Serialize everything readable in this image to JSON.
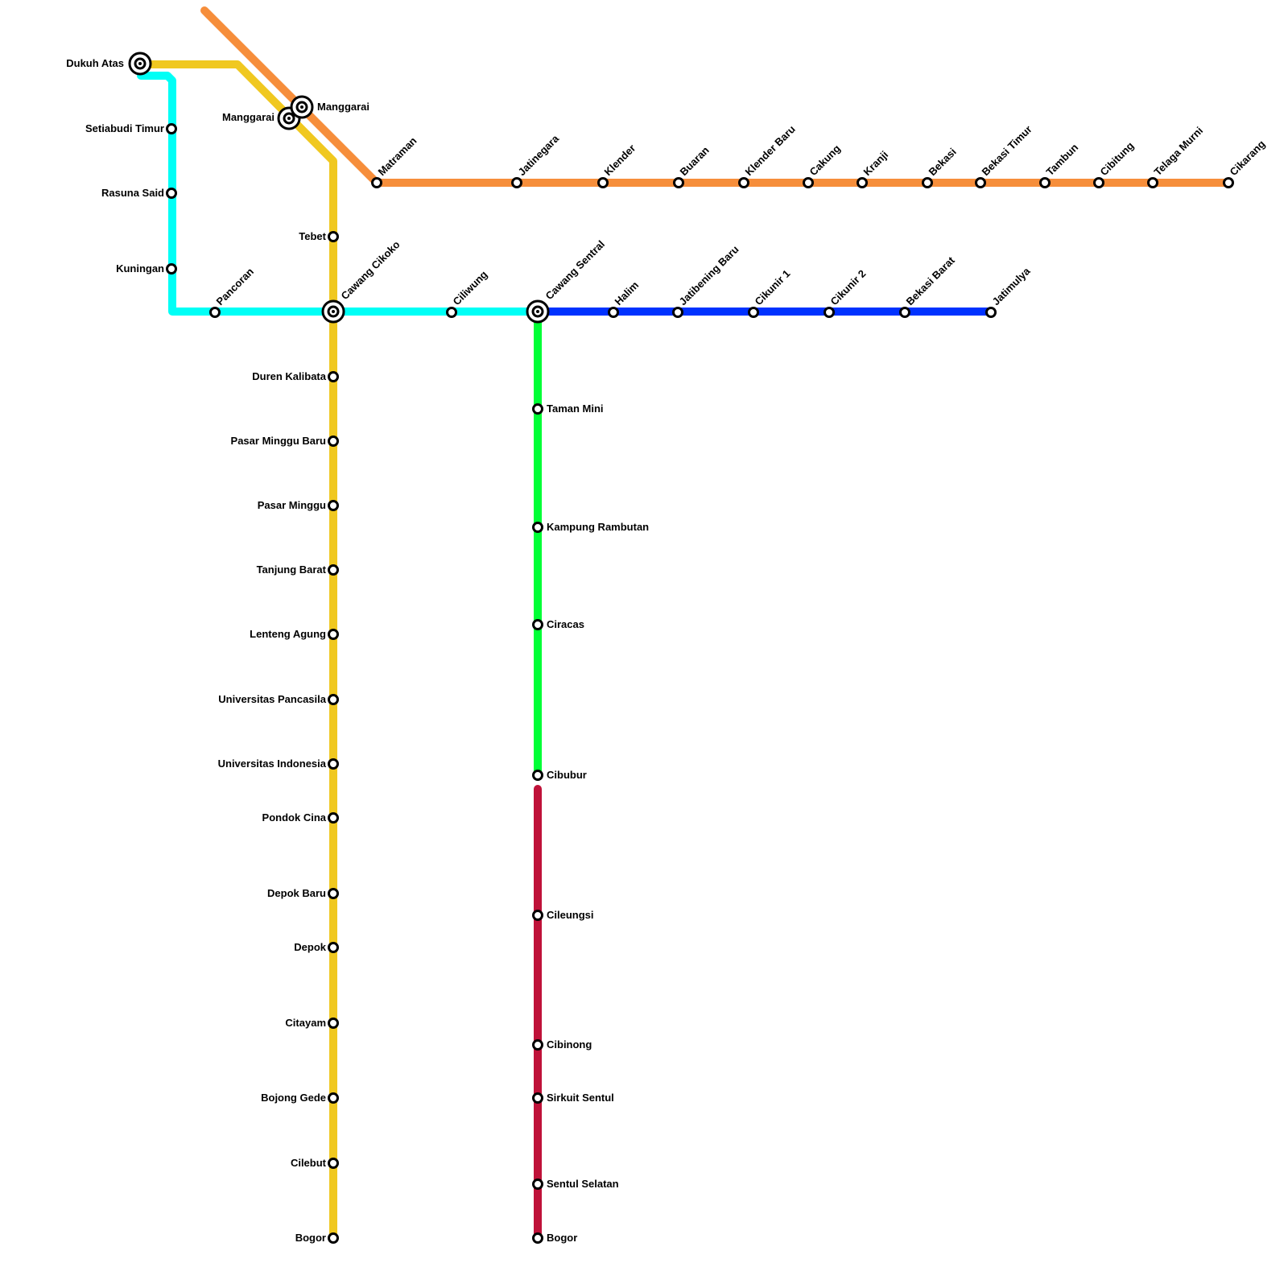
{
  "lines": [
    {
      "id": "orange",
      "color": "#F68E3B"
    },
    {
      "id": "yellow",
      "color": "#F0C820"
    },
    {
      "id": "cyan",
      "color": "#00FFF6"
    },
    {
      "id": "blue",
      "color": "#0032FF"
    },
    {
      "id": "green",
      "color": "#00FF36"
    },
    {
      "id": "crimson",
      "color": "#BF1239"
    }
  ],
  "stations": {
    "dukuh_atas": "Dukuh Atas",
    "setiabudi_timur": "Setiabudi Timur",
    "rasuna_said": "Rasuna Said",
    "kuningan": "Kuningan",
    "pancoran": "Pancoran",
    "manggarai_yellow": "Manggarai",
    "manggarai_orange": "Manggarai",
    "matraman": "Matraman",
    "jatinegara": "Jatinegara",
    "klender": "Klender",
    "buaran": "Buaran",
    "klender_baru": "Klender Baru",
    "cakung": "Cakung",
    "kranji": "Kranji",
    "bekasi": "Bekasi",
    "bekasi_timur": "Bekasi Timur",
    "tambun": "Tambun",
    "cibitung": "Cibitung",
    "telaga_murni": "Telaga Murni",
    "cikarang": "Cikarang",
    "tebet": "Tebet",
    "cawang_cikoko": "Cawang Cikoko",
    "ciliwung": "Ciliwung",
    "cawang_sentral": "Cawang Sentral",
    "halim": "Halim",
    "jatibening_baru": "Jatibening Baru",
    "cikunir_1": "Cikunir 1",
    "cikunir_2": "Cikunir 2",
    "bekasi_barat": "Bekasi Barat",
    "jatimulya": "Jatimulya",
    "duren_kalibata": "Duren Kalibata",
    "pasar_minggu_baru": "Pasar Minggu Baru",
    "pasar_minggu": "Pasar Minggu",
    "tanjung_barat": "Tanjung Barat",
    "lenteng_agung": "Lenteng Agung",
    "universitas_pancasila": "Universitas Pancasila",
    "universitas_indonesia": "Universitas Indonesia",
    "pondok_cina": "Pondok Cina",
    "depok_baru": "Depok Baru",
    "depok": "Depok",
    "citayam": "Citayam",
    "bojong_gede": "Bojong Gede",
    "cilebut": "Cilebut",
    "bogor_yellow": "Bogor",
    "taman_mini": "Taman Mini",
    "kampung_rambutan": "Kampung Rambutan",
    "ciracas": "Ciracas",
    "cibubur": "Cibubur",
    "cileungsi": "Cileungsi",
    "cibinong": "Cibinong",
    "sirkuit_sentul": "Sirkuit Sentul",
    "sentul_selatan": "Sentul Selatan",
    "bogor_crimson": "Bogor"
  }
}
